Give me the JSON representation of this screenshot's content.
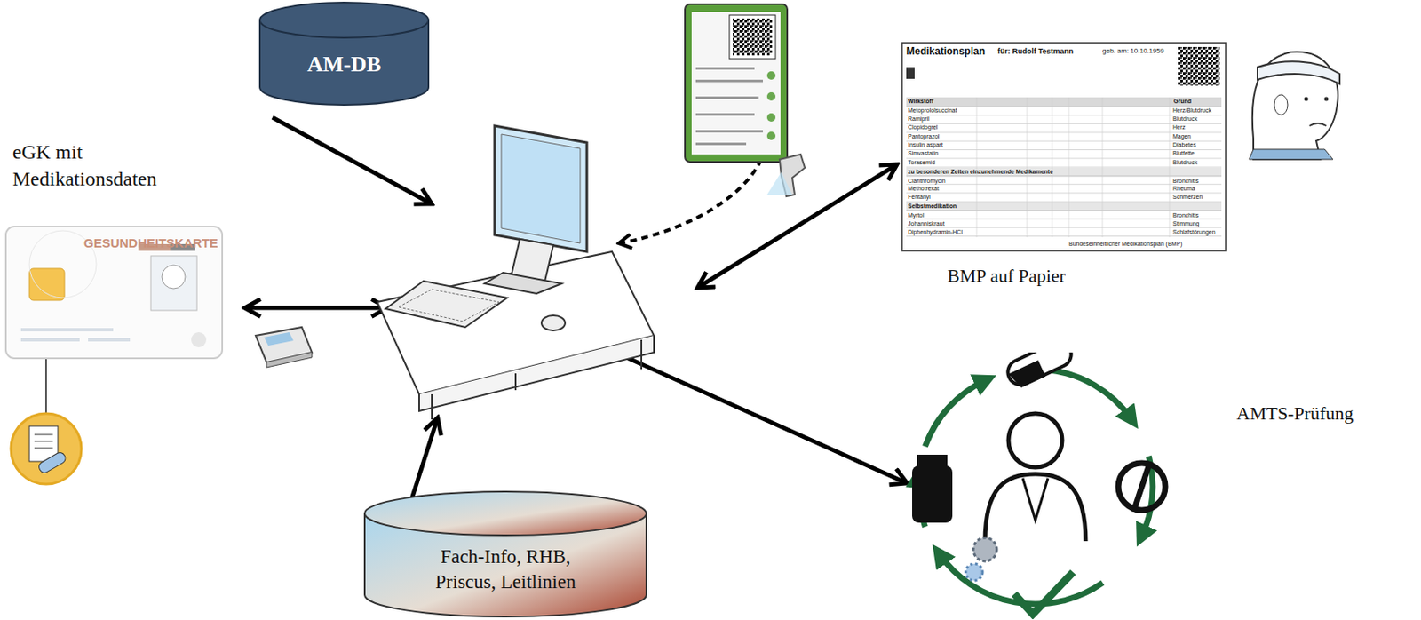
{
  "diagram": {
    "nodes": [
      {
        "text": [
          "AM-DB"
        ]
      },
      {
        "text": [
          "eGK mit Medikationsdaten",
          "GESUNDHEITSKARTE"
        ]
      },
      {
        "text": [
          "Fach-Info, RHB, Priscus, Leitlinien"
        ]
      },
      {
        "text": [
          "Medikationsplan",
          "für: Rudolf Testmann",
          "geb. am: 10.10.1959",
          "Wirkstoff",
          "Grund",
          "zu besonderen Zeiten einzunehmende Medikamente",
          "Selbstmedikation",
          "Bundeseinheitlicher Medikationsplan (BMP)",
          "BMP auf Papier",
          "Metoprololsuccinat",
          "Ramipril",
          "Clopidogrel",
          "Pantoprazol",
          "Insulin aspart",
          "Simvastatin",
          "Torasemid",
          "Clarithromycin",
          "Methotrexat",
          "Fentanyl",
          "Myrtol",
          "Johanniskraut",
          "Diphenhydramin-HCl",
          "Herz/Blutdruck",
          "Blutdruck",
          "Herz",
          "Magen",
          "Diabetes",
          "Blutfette",
          "Blutdruck",
          "Bronchitis",
          "Rheuma",
          "Schmerzen",
          "Bronchitis",
          "Stimmung",
          "Schlafstörungen"
        ]
      },
      {
        "text": [
          "AMTS-Prüfung"
        ]
      }
    ]
  }
}
